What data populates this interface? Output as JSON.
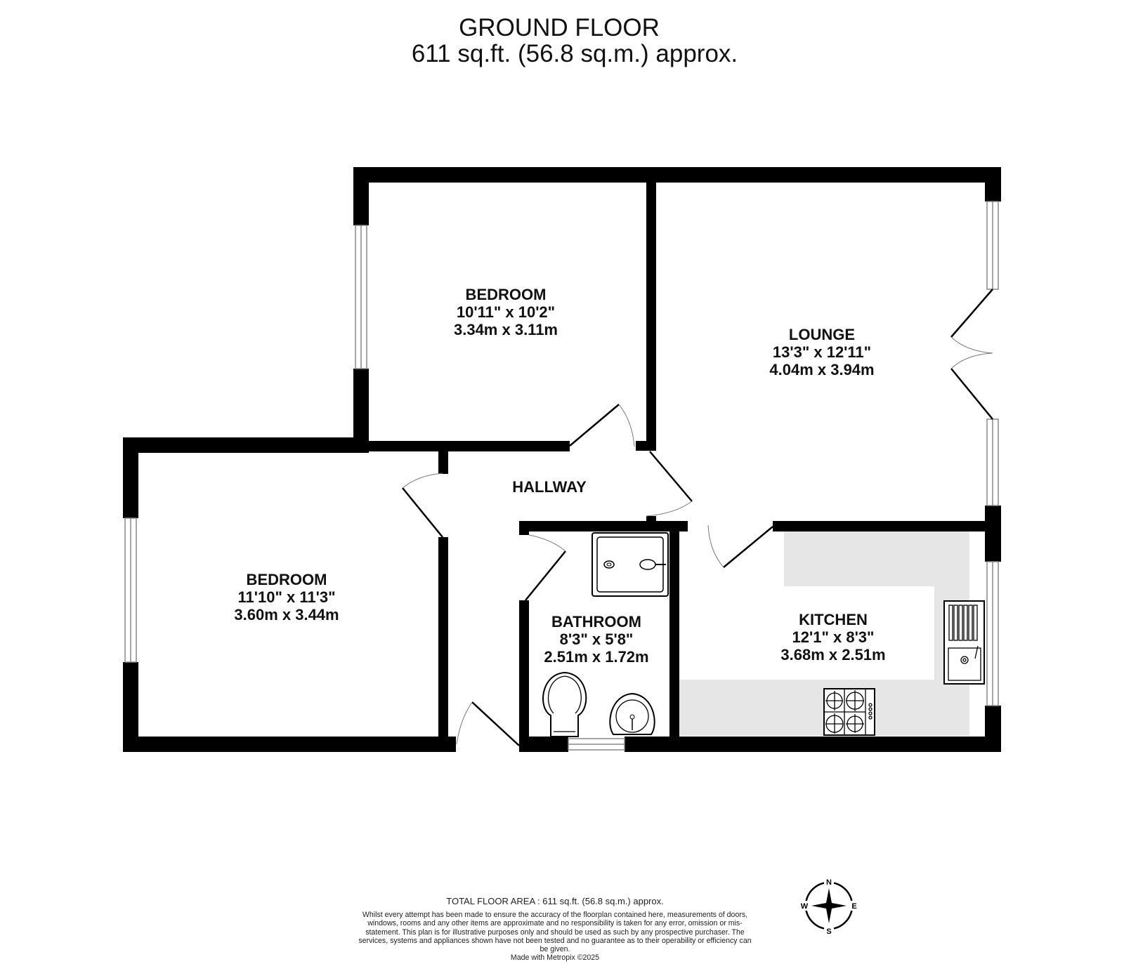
{
  "header": {
    "floor_name": "GROUND FLOOR",
    "floor_area": "611 sq.ft. (56.8 sq.m.) approx."
  },
  "rooms": [
    {
      "id": "bedroom-1",
      "name": "BEDROOM",
      "imperial": "10'11\"  x 10'2\"",
      "metric": "3.34m  x 3.11m"
    },
    {
      "id": "lounge",
      "name": "LOUNGE",
      "imperial": "13'3\"  x 12'11\"",
      "metric": "4.04m  x 3.94m"
    },
    {
      "id": "hallway",
      "name": "HALLWAY"
    },
    {
      "id": "bedroom-2",
      "name": "BEDROOM",
      "imperial": "11'10\"  x 11'3\"",
      "metric": "3.60m  x 3.44m"
    },
    {
      "id": "bathroom",
      "name": "BATHROOM",
      "imperial": "8'3\"  x 5'8\"",
      "metric": "2.51m  x 1.72m"
    },
    {
      "id": "kitchen",
      "name": "KITCHEN",
      "imperial": "12'1\"  x 8'3\"",
      "metric": "3.68m  x 2.51m"
    }
  ],
  "fixtures": {
    "bathroom": [
      "shower-tray",
      "toilet",
      "wash-basin"
    ],
    "kitchen": [
      "sink-with-drainer",
      "four-burner-hob",
      "worktop"
    ]
  },
  "compass": {
    "n": "N",
    "e": "E",
    "s": "S",
    "w": "W"
  },
  "footer": {
    "total_area": "TOTAL FLOOR AREA : 611 sq.ft. (56.8 sq.m.) approx.",
    "disclaimer": "Whilst every attempt has been made to ensure the accuracy of the floorplan contained here, measurements of doors, windows, rooms and any other items are approximate and no responsibility is taken for any error, omission or mis-statement. This plan is for illustrative purposes only and should be used as such by any prospective purchaser. The services, systems and appliances shown have not been tested and no guarantee as to their operability or efficiency can be given.",
    "made_with": "Made with Metropix ©2025"
  },
  "colors": {
    "wall": "#000000",
    "worktop": "#e6e6e6",
    "window": "#888888",
    "background": "#ffffff"
  }
}
